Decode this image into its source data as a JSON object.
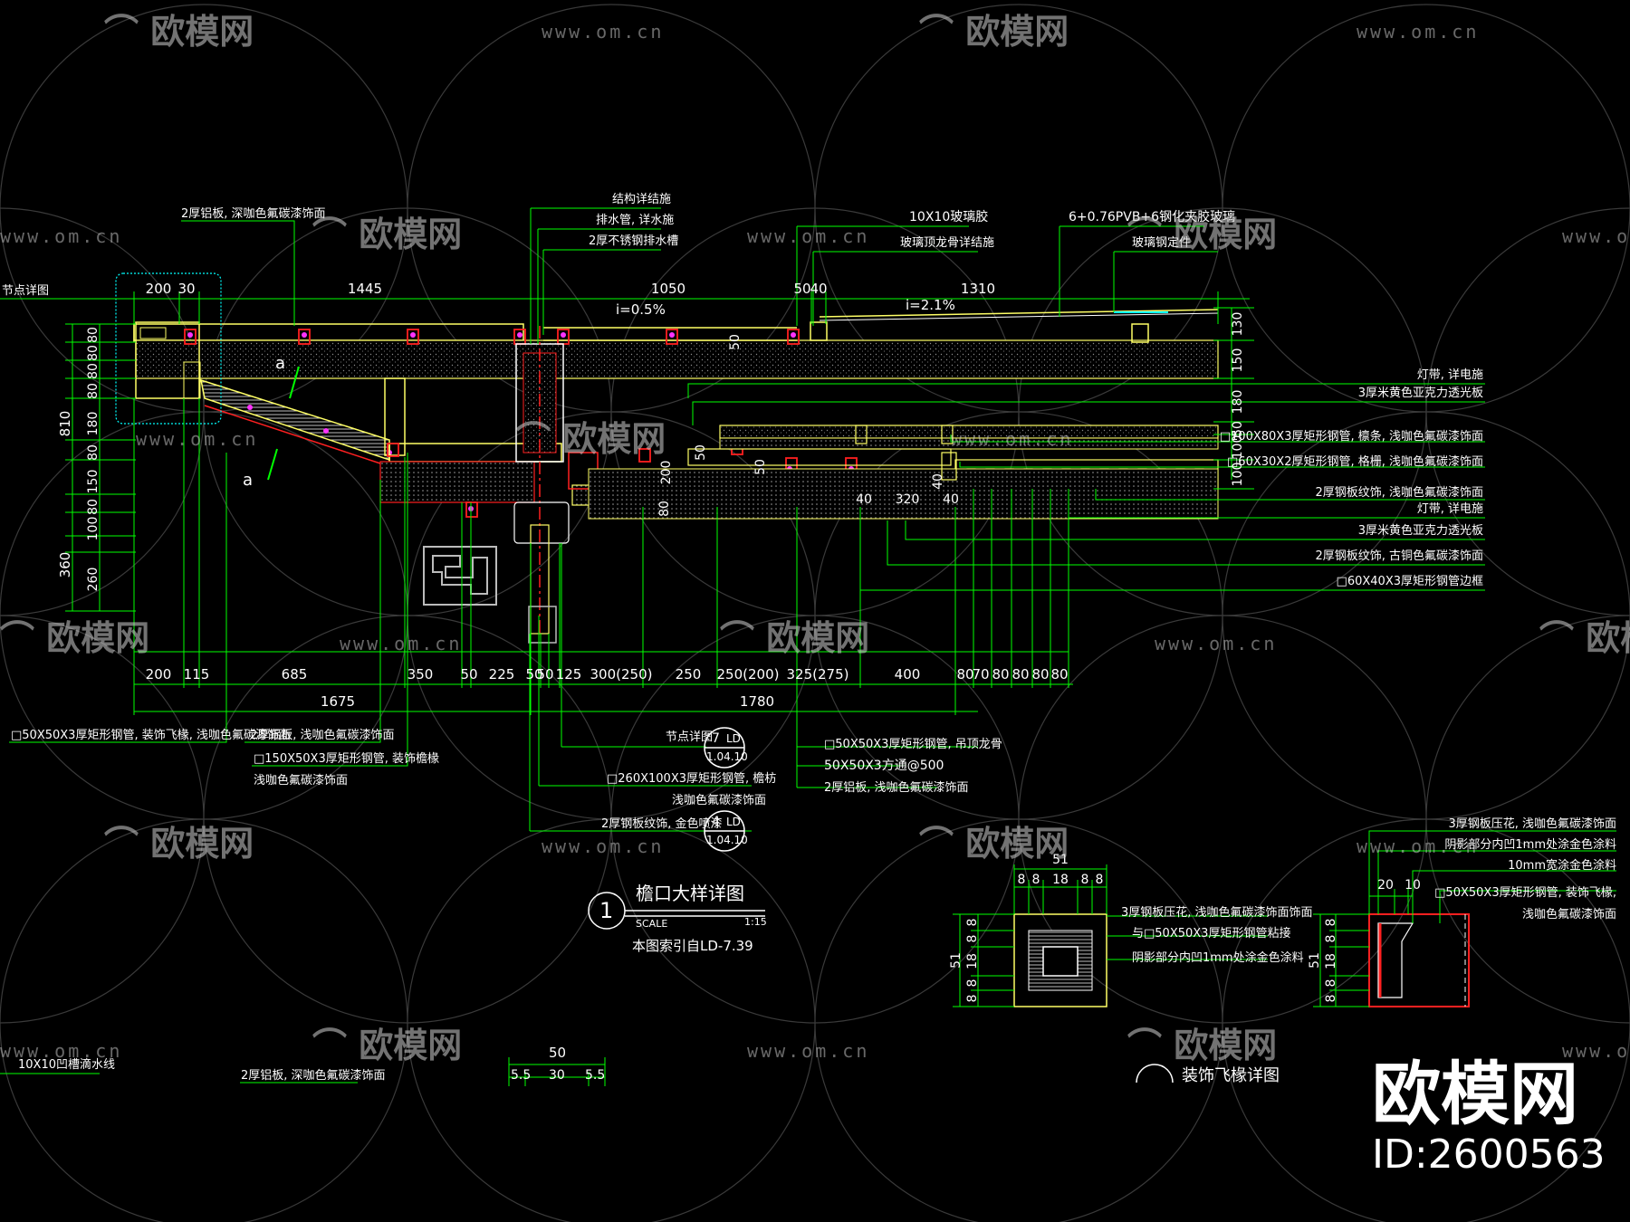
{
  "watermark": {
    "logo_text": "欧模网",
    "url_text": "www.om.cn",
    "id_text": "ID:2600563"
  },
  "colors": {
    "background": "#000000",
    "green": "#00ff00",
    "yellow": "#ffff66",
    "red": "#ff2020",
    "magenta": "#ff33ff",
    "white": "#ffffff",
    "cyan": "#00ffff",
    "watermark": "#cfcfcf"
  },
  "main_detail": {
    "title": "檐口大样详图",
    "number": "1",
    "scale_label": "SCALE",
    "scale_value": "1:15",
    "index_note": "本图索引自LD-7.39"
  },
  "top_labels": {
    "left_finish": "2厚铝板, 深咖色氟碳漆饰面",
    "node_detail": "节点详图",
    "structure": "结构详结施",
    "drain_pipe": "排水管, 详水施",
    "gutter": "2厚不锈钢排水槽",
    "sealant": "10X10玻璃胶",
    "glass_frame": "玻璃顶龙骨详结施",
    "glass": "6+0.76PVB+6钢化夹胶玻璃",
    "glass_fix": "玻璃钢定件",
    "slope_1": "i=0.5%",
    "slope_2": "i=2.1%",
    "section_mark_1": "a",
    "section_mark_2": "a"
  },
  "top_dims": [
    "200",
    "30",
    "1445",
    "1050",
    "50",
    "40",
    "1310"
  ],
  "left_dims": [
    "80",
    "80",
    "80",
    "80",
    "180",
    "80",
    "150",
    "80",
    "100",
    "260"
  ],
  "left_totals": [
    "810",
    "360"
  ],
  "right_dims": [
    "130",
    "150",
    "180",
    "50",
    "100",
    "100"
  ],
  "inner_dims": [
    "50",
    "50",
    "200",
    "80",
    "50",
    "40",
    "40",
    "320",
    "40"
  ],
  "right_labels": [
    "灯带, 详电施",
    "3厚米黄色亚克力透光板",
    "□100X80X3厚矩形钢管, 檩条, 浅咖色氟碳漆饰面",
    "□60X30X2厚矩形钢管, 格栅, 浅咖色氟碳漆饰面",
    "2厚钢板纹饰, 浅咖色氟碳漆饰面",
    "灯带, 详电施",
    "3厚米黄色亚克力透光板",
    "2厚钢板纹饰, 古铜色氟碳漆饰面",
    "□60X40X3厚矩形钢管边框"
  ],
  "bottom_dims": [
    "200",
    "115",
    "685",
    "350",
    "50",
    "225",
    "50",
    "50",
    "125",
    "300(250)",
    "250",
    "250(200)",
    "325(275)",
    "400",
    "80",
    "70",
    "80",
    "80",
    "80",
    "80"
  ],
  "bottom_totals": [
    "1675",
    "1780"
  ],
  "bottom_labels_left": [
    "□50X50X3厚矩形钢管, 装饰飞椽, 浅咖色氟碳漆饰面",
    "2厚铝板, 浅咖色氟碳漆饰面",
    "□150X50X3厚矩形钢管, 装饰檐椽",
    "浅咖色氟碳漆饰面"
  ],
  "bottom_labels_mid": {
    "node_detail": "节点详图",
    "ref1_num": "7",
    "ref1_code": "LD",
    "ref1_sheet": "1.04.10",
    "beam": "□260X100X3厚矩形钢管, 檐枋",
    "beam_finish": "浅咖色氟碳漆饰面",
    "steel_pattern": "2厚钢板纹饰, 金色喷漆",
    "ref2_num": "4",
    "ref2_code": "LD",
    "ref2_sheet": "1.04.10"
  },
  "bottom_labels_right": [
    "□50X50X3厚矩形钢管, 吊顶龙骨",
    "50X50X3方通@500",
    "2厚铝板, 浅咖色氟碳漆饰面"
  ],
  "small_detail": {
    "top_total": "51",
    "top_dims": [
      "8",
      "8",
      "18",
      "8",
      "8"
    ],
    "left_total": "51",
    "left_dims": [
      "8",
      "8",
      "18",
      "8",
      "8"
    ],
    "labels": [
      "3厚钢板压花, 浅咖色氟碳漆饰面饰面",
      "与□50X50X3厚矩形钢管粘接",
      "阴影部分内凹1mm处涂金色涂料"
    ]
  },
  "right_detail": {
    "top_dims": [
      "20",
      "10"
    ],
    "left_total": "51",
    "left_dims": [
      "8",
      "8",
      "18",
      "8",
      "8"
    ],
    "labels": [
      "3厚钢板压花, 浅咖色氟碳漆饰面",
      "阴影部分内凹1mm处涂金色涂料",
      "10mm宽涂金色涂料",
      "□50X50X3厚矩形钢管, 装饰飞椽,",
      "浅咖色氟碳漆饰面"
    ]
  },
  "bottom_partial": {
    "left_label": "10X10凹槽滴水线",
    "mid_label": "2厚铝板, 深咖色氟碳漆饰面",
    "dim_total": "50",
    "dims": [
      "5.5",
      "30",
      "5.5"
    ],
    "section_title": "装饰飞椽详图"
  }
}
